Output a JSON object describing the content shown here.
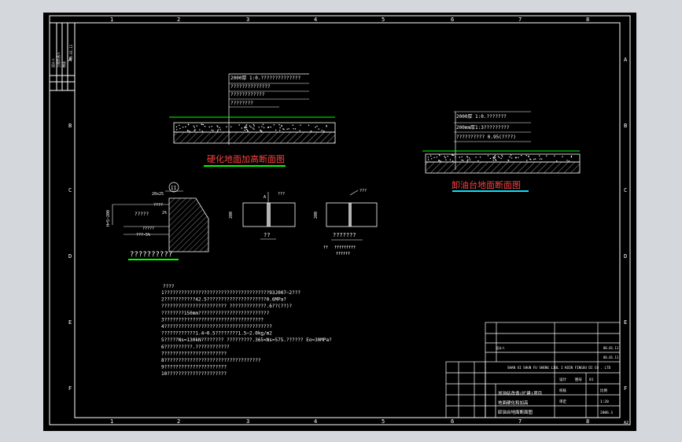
{
  "drawing": {
    "sheet_size": "A2",
    "column_numbers": [
      "1",
      "2",
      "3",
      "4",
      "5",
      "6",
      "7",
      "8"
    ],
    "row_letters": [
      "A",
      "B",
      "C",
      "D",
      "E",
      "F"
    ]
  },
  "rev_block": {
    "left_texts": [
      "设计人",
      "工程负责人",
      "审核"
    ],
    "right_texts": [
      "06.01.11",
      "06.01.11",
      "06.01.11"
    ]
  },
  "section_left": {
    "layers": [
      "2000厚 1:0.??????????????",
      "??????????????",
      "????????????",
      "????????"
    ],
    "title": "硬化地面加高断面图"
  },
  "section_right": {
    "layers": [
      "2000厚 1:0.???????",
      "200mm厚1:3?????????",
      "?????????? 0.95(????)"
    ],
    "title": "卸油台地面断面图"
  },
  "detail_a": {
    "labels": [
      "20x25",
      "?????",
      "?????",
      "2%",
      "H=5~200",
      "????",
      "???-5%"
    ],
    "title": "??????????",
    "callout": "II"
  },
  "detail_b": {
    "labels": [
      "A",
      "???",
      "200"
    ],
    "title": "??"
  },
  "detail_c": {
    "labels": [
      "???",
      "200"
    ],
    "title": "???????",
    "legend_key": "ff",
    "legend_text": "fffffffff",
    "legend_text2": "ffffff"
  },
  "notes": {
    "heading": "????",
    "lines": [
      "1?????????????????????????????????????93J007~2???",
      "2???????????42.5?????????????????????0.6MPa?",
      "  ??????????????????????? ?????????????.6??(??)?",
      "  ????????150mm?????????????????????????",
      "3???????????????????????????????????",
      "4??????????????????????????????????????",
      "  ????????????1.4~0.5????????1.5~2.0kg/m2",
      "5?????Ns=130kN???????? ?????????.365<Ns=575.?????? Eo=30MPa?",
      "6??????????.????????????",
      "7??????????????????????",
      "8??????????????????????????????????",
      "9??????????????????????",
      "10?????????????????????"
    ]
  },
  "title_block": {
    "company": "SHAN XI SHUN FU SHENG LIUL I KOIN FINGOU DI CO . LTD",
    "project_lines": [
      "加油站改造(扩建)项目",
      "地面硬化和加高",
      "卸油台地面断面图"
    ],
    "drawing_no_label": "图号",
    "drawing_no": "01",
    "sheet_label": "A2",
    "scale_label": "比例",
    "scale_value": "1:20",
    "date_value": "2006.1",
    "designer": "设计",
    "checker": "校核",
    "approver": "审定"
  },
  "colors": {
    "background": "#000000",
    "line": "#ffffff",
    "accent_green": "#00ff00",
    "accent_cyan": "#00e5ff",
    "accent_red": "#ff4040",
    "accent_yellow": "#ffff00"
  }
}
